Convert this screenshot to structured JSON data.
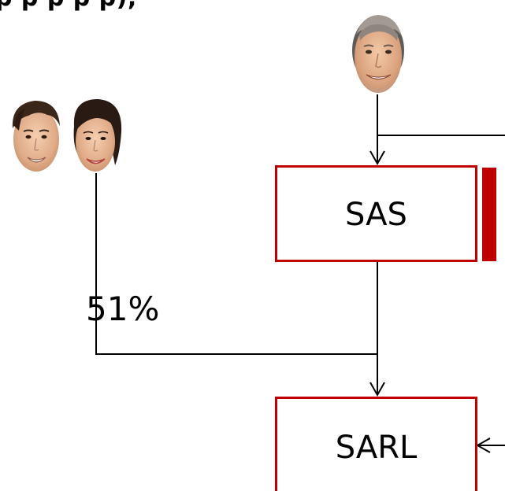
{
  "title_fragment": "p p p p p),",
  "entities": {
    "sas": {
      "label": "SAS"
    },
    "sarl": {
      "label": "SARL"
    }
  },
  "ownership": {
    "couple_share": "51%"
  },
  "colors": {
    "box_border": "#C00000",
    "side_bar": "#C00000",
    "lines": "#000000"
  },
  "icons": {
    "person_top": "older-man-face-icon",
    "person_left_1": "young-man-face-icon",
    "person_left_2": "young-woman-face-icon"
  }
}
